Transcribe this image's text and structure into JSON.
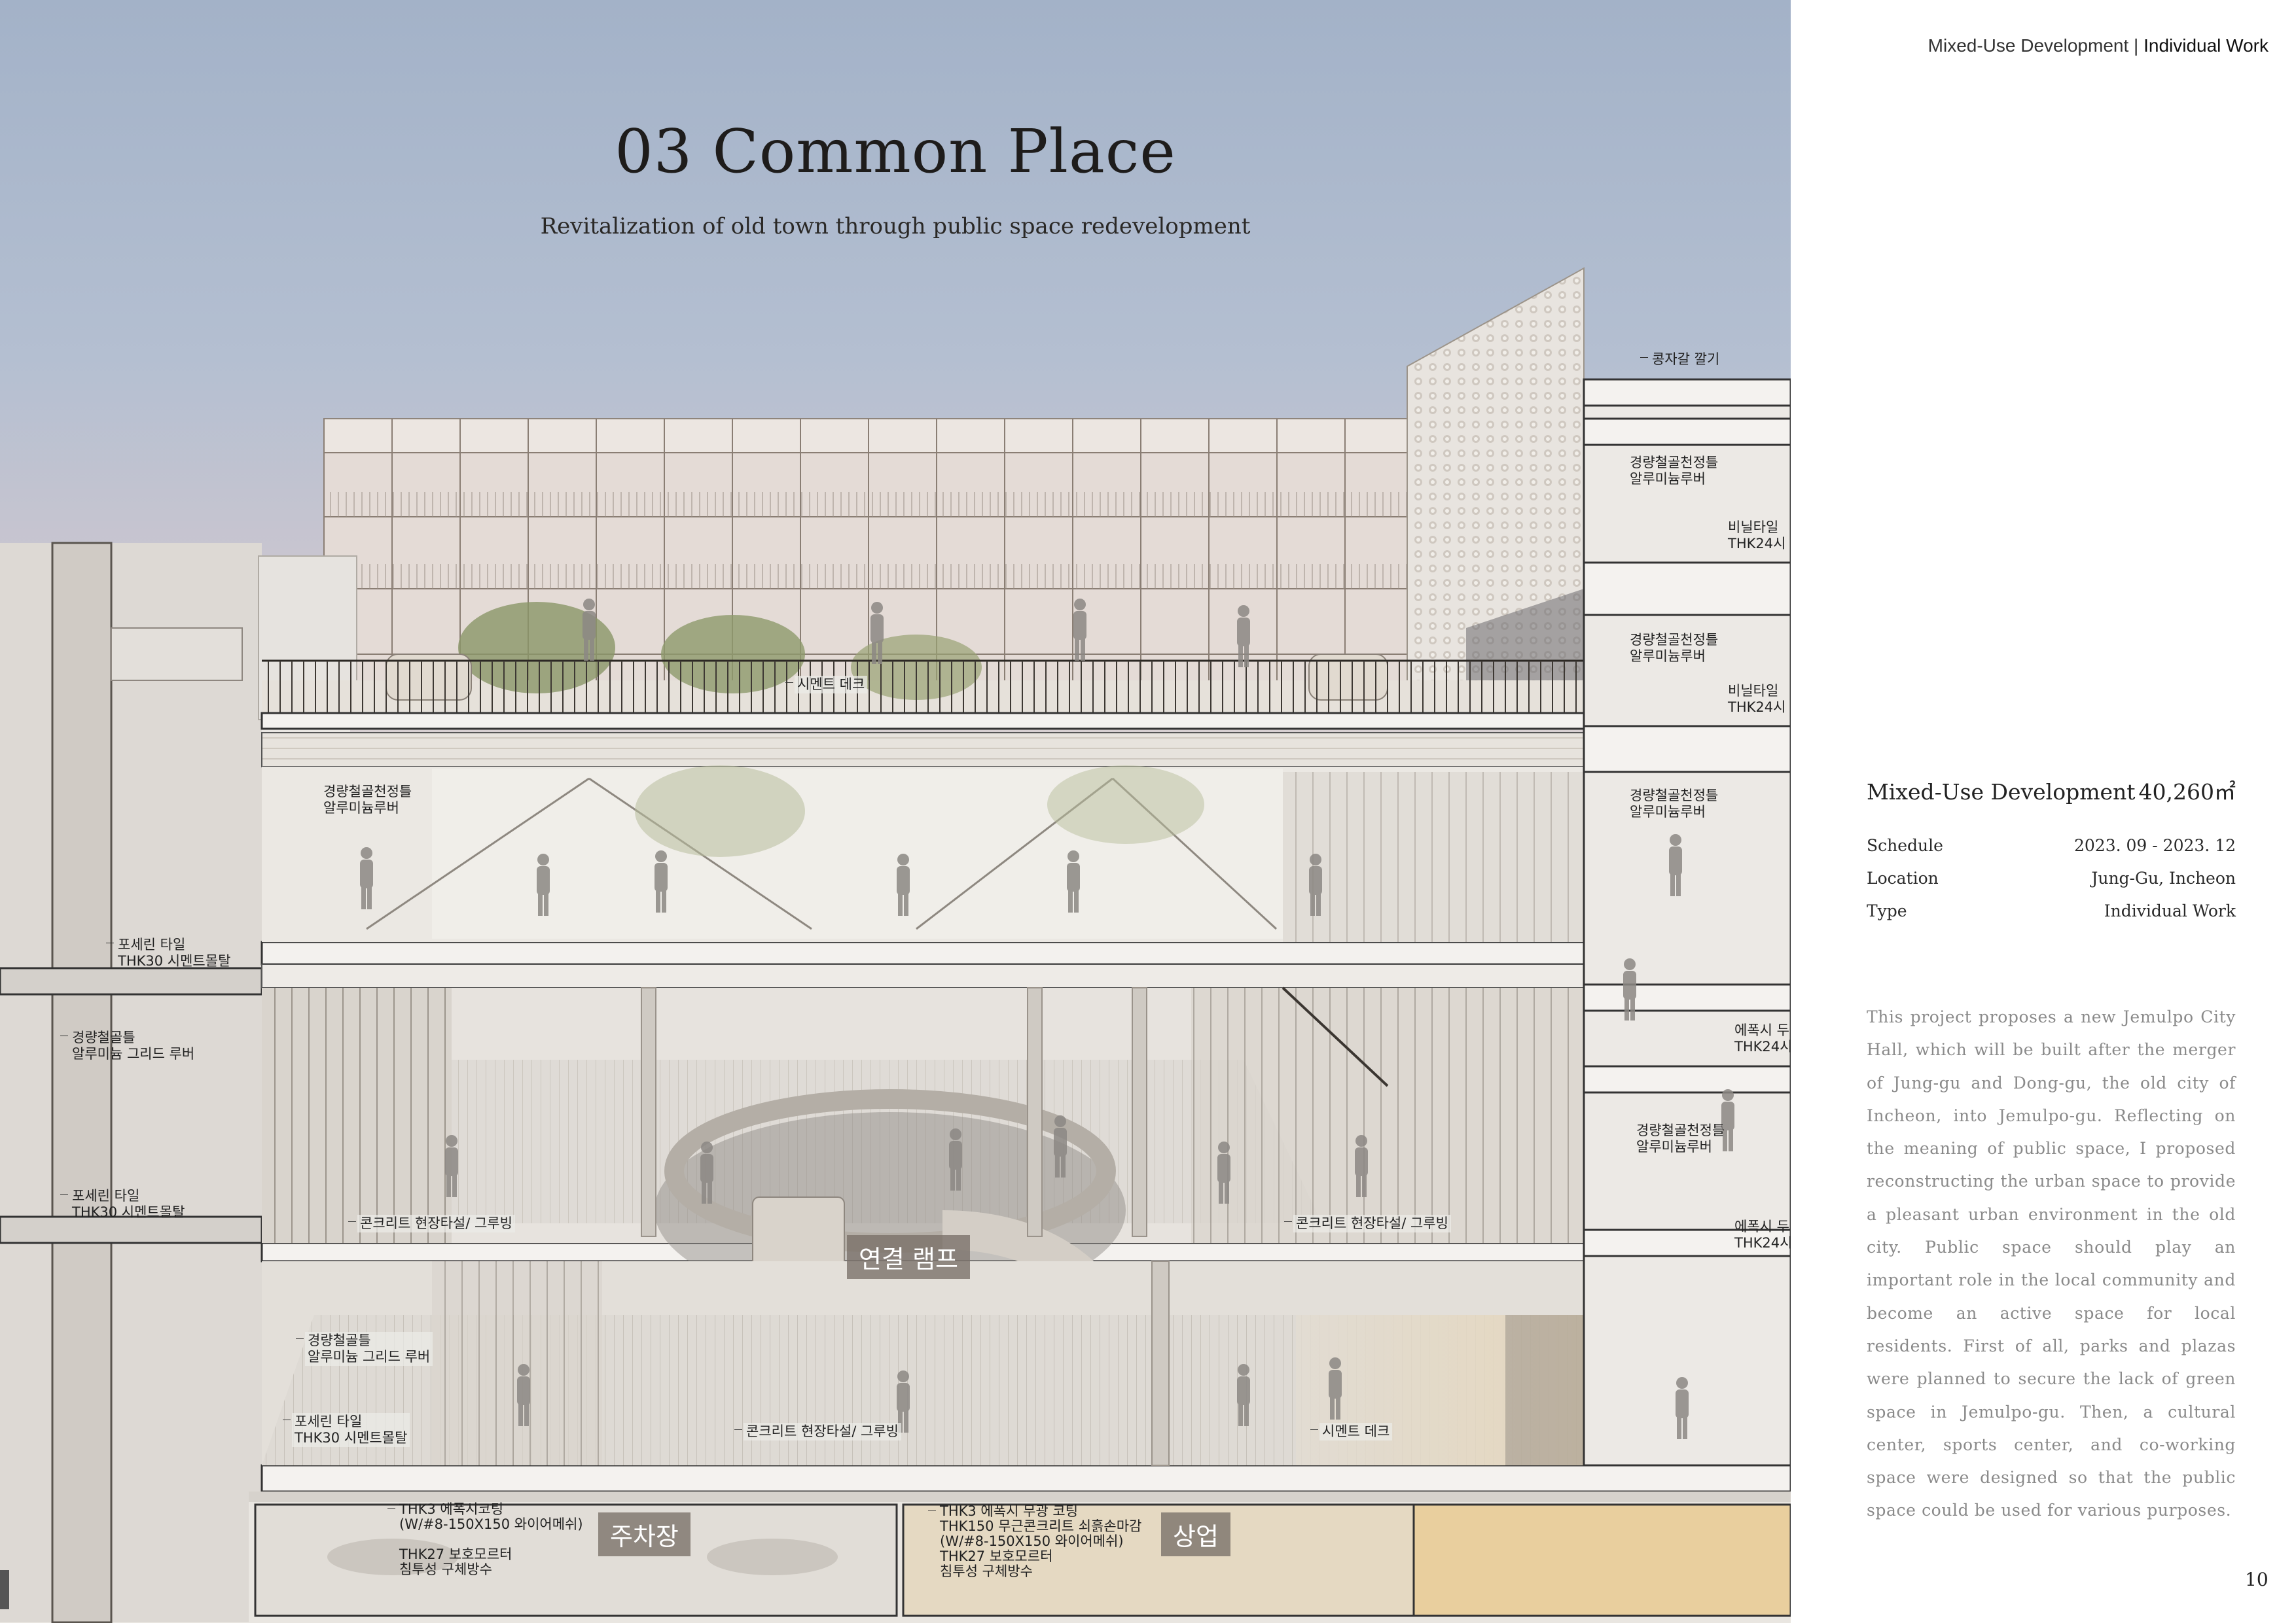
{
  "header": {
    "program": "Mixed-Use Development",
    "separator": " | ",
    "work_type": "Individual Work"
  },
  "title": "03 Common Place",
  "subtitle": "Revitalization of old town through public space redevelopment",
  "project": {
    "name": "Mixed-Use Development",
    "area": "40,260㎡"
  },
  "info": [
    {
      "key": "Schedule",
      "value": "2023. 09 - 2023. 12"
    },
    {
      "key": "Location",
      "value": "Jung-Gu, Incheon"
    },
    {
      "key": "Type",
      "value": "Individual Work"
    }
  ],
  "description": "This project proposes a new Jemulpo City Hall, which will be built after the merger of Jung-gu and Dong-gu, the old city of Incheon, into Jemulpo-gu. Reflecting on the meaning of public space, I proposed reconstructing the urban space to provide a pleasant urban environment in the old city. Public space should play an important role in the local community and become an active space for local residents. First of all, parks and plazas were planned to secure the lack of green space in Jemulpo-gu. Then, a cultural center, sports center, and co-working space were designed so that the public space could be used for various purposes.",
  "page_number": "10",
  "section_labels": {
    "gravel": "콩자갈 깔기",
    "ceiling_1": "경량철골천정틀\n알루미늄루버",
    "vinyl_1": "비닐타일\nTHK24시",
    "ceiling_2": "경량철골천정틀\n알루미늄루버",
    "vinyl_2": "비닐타일\nTHK24시",
    "ceiling_3": "경량철골천정틀\n알루미늄루버",
    "epoxy_1": "에폭시 두\nTHK24시",
    "ceiling_4": "경량철골천정틀\n알루미늄루버",
    "epoxy_2": "에폭시 두\nTHK24시",
    "cement_deck_top": "시멘트 데크",
    "ceiling_left": "경량철골천정틀\n알루미늄루버",
    "porcelain_1": "포세린 타일\nTHK30 시멘트몰탈",
    "steel_grid_1": "경량철골틀\n알루미늄 그리드 루버",
    "porcelain_2": "포세린 타일\nTHK30 시멘트몰탈",
    "concrete_left": "콘크리트 현장타설/ 그루빙",
    "concrete_right": "콘크리트 현장타설/ 그루빙",
    "steel_grid_2": "경량철골틀\n알루미늄 그리드 루버",
    "porcelain_3": "포세린 타일\nTHK30 시멘트몰탈",
    "concrete_bottom": "콘크리트 현장타설/ 그루빙",
    "cement_deck_bottom": "시멘트 데크",
    "parking_spec": "THK3 에폭시코팅\n(W/#8-150X150 와이어메쉬)\n\nTHK27 보호모르터\n침투성 구체방수",
    "retail_spec": "THK3 에폭시 무광 코팅\nTHK150 무근콘크리트 쇠흙손마감\n(W/#8-150X150 와이어메쉬)\nTHK27 보호모르터\n침투성 구체방수"
  },
  "zones": {
    "ramp": "연결 램프",
    "parking": "주차장",
    "retail": "상업"
  },
  "colors": {
    "sky_top": "#a3b2c8",
    "concrete": "#e9e6e1",
    "wood": "#e8d2ad",
    "title": "#1e1c1b",
    "body_text": "#8a8a8a"
  }
}
